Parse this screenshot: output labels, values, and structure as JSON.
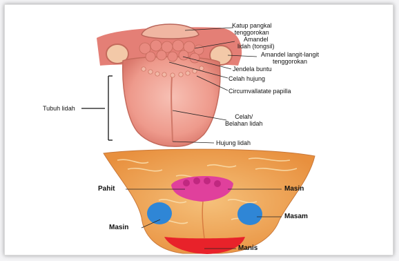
{
  "anatomy_labels": {
    "katup": [
      "Katup pangkal",
      "tenggorokan"
    ],
    "amandel_lidah": [
      "Amandel",
      "lidah (tongsil)"
    ],
    "amandel_langit": [
      "Amandel langit-langit",
      "tenggorokan"
    ],
    "jendela_buntu": "Jendela buntu",
    "celah_hujung": "Celah hujung",
    "circumvallatate": "Circumvallatate papilla",
    "tubuh_lidah": "Tubuh lidah",
    "celah_belahan": [
      "Celah/",
      "Belahan lidah"
    ],
    "hujung_lidah": "Hujung lidah"
  },
  "taste_labels": {
    "pahit": "Pahit",
    "masin_right": "Masin",
    "masam": "Masam",
    "masin_left": "Masin",
    "manis": "Manis"
  },
  "colors": {
    "tongue_pink": "#f2a598",
    "bitter_zone": "#e0409c",
    "sour_zone": "#2f86d6",
    "sweet_zone": "#e8222a",
    "tongue_orange": "#f0a050"
  }
}
